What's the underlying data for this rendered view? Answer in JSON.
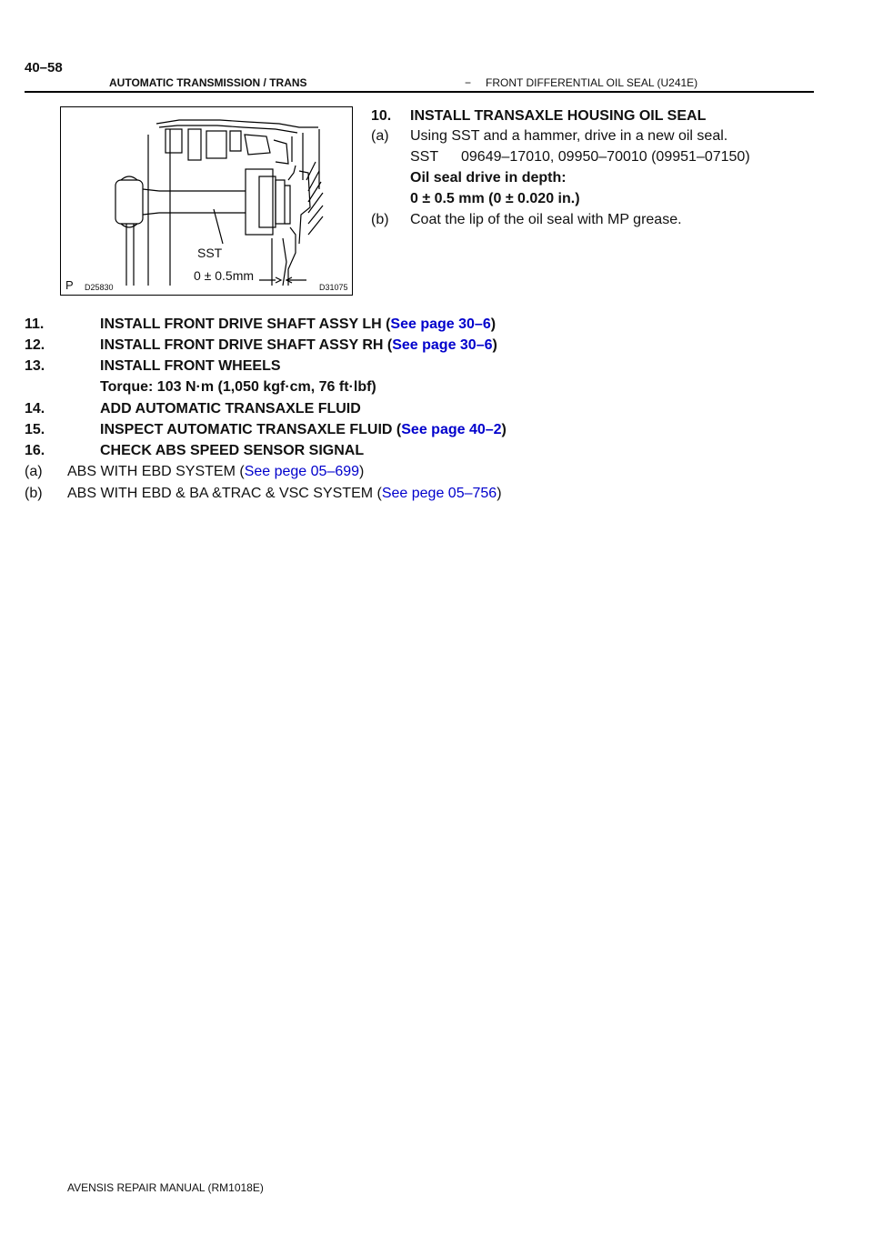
{
  "header": {
    "page_number": "40–58",
    "section": "AUTOMATIC TRANSMISSION / TRANS",
    "separator": "−",
    "subsection": "FRONT DIFFERENTIAL OIL SEAL (U241E)"
  },
  "figure": {
    "label_sst": "SST",
    "label_depth": "0 ± 0.5mm",
    "code_prefix": "P",
    "code_left": "D25830",
    "code_right": "D31075"
  },
  "step10": {
    "num": "10.",
    "title": "INSTALL TRANSAXLE HOUSING OIL SEAL",
    "a_label": "(a)",
    "a_text": "Using SST and a hammer, drive in a new oil seal.",
    "sst_label": "SST",
    "sst_numbers": "09649–17010,  09950–70010  (09951–07150)",
    "spec_title": "Oil seal drive in depth:",
    "spec_value": "0  ±  0.5 mm (0  ±  0.020 in.)",
    "b_label": "(b)",
    "b_text": "Coat the lip of the oil seal with MP grease."
  },
  "steps": [
    {
      "num": "11.",
      "text": "INSTALL FRONT DRIVE SHAFT ASSY LH (",
      "link": "See page 30–6",
      "close": ")"
    },
    {
      "num": "12.",
      "text": "INSTALL FRONT DRIVE SHAFT ASSY RH (",
      "link": "See page 30–6",
      "close": ")"
    },
    {
      "num": "13.",
      "text": "INSTALL FRONT WHEELS",
      "detail": "Torque: 103 N·m (1,050 kgf·cm, 76 ft·lbf)"
    },
    {
      "num": "14.",
      "text": "ADD AUTOMATIC TRANSAXLE FLUID"
    },
    {
      "num": "15.",
      "text": "INSPECT AUTOMATIC TRANSAXLE FLUID (",
      "link": "See page 40–2",
      "close": ")"
    },
    {
      "num": "16.",
      "text": "CHECK ABS SPEED SENSOR SIGNAL"
    }
  ],
  "step16_subs": [
    {
      "label": "(a)",
      "text": "ABS WITH EBD SYSTEM (",
      "link": "See pege 05–699",
      "close": ")"
    },
    {
      "label": "(b)",
      "text": "ABS WITH EBD & BA &TRAC & VSC SYSTEM (",
      "link": "See pege 05–756",
      "close": ")"
    }
  ],
  "footer": {
    "text": "AVENSIS REPAIR MANUAL   (RM1018E)"
  }
}
